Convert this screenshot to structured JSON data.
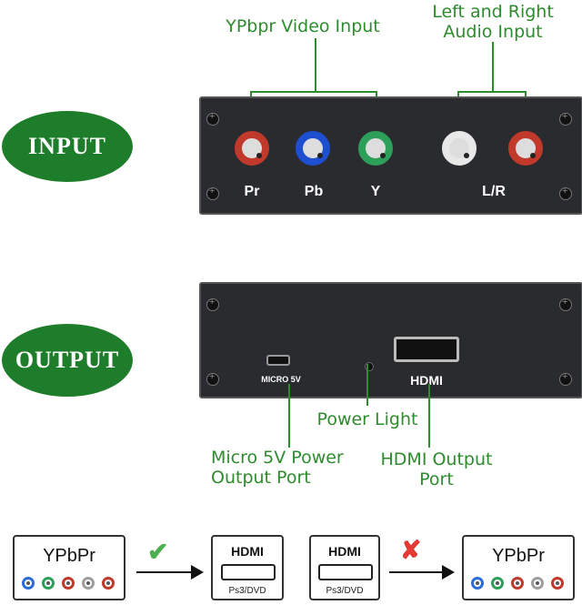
{
  "callouts": {
    "ypbpr_video_input": "YPbpr Video Input",
    "left_right_audio": "Left and Right\nAudio Input",
    "power_light": "Power Light",
    "micro_power": "Micro 5V Power\nOutput Port",
    "hdmi_output": "HDMI Output\nPort"
  },
  "badges": {
    "input": "INPUT",
    "output": "OUTPUT"
  },
  "input_panel": {
    "ports": [
      {
        "label": "Pr",
        "color": "#c0392b"
      },
      {
        "label": "Pb",
        "color": "#1f4fd1"
      },
      {
        "label": "Y",
        "color": "#2e9e5b"
      },
      {
        "label": "",
        "color": "#e8e8e8"
      },
      {
        "label": "",
        "color": "#c0392b"
      }
    ],
    "audio_label": "L/R"
  },
  "output_panel": {
    "micro_label": "MICRO 5V",
    "hdmi_label": "HDMI"
  },
  "diagram": {
    "left_box": "YPbPr",
    "hdmi_box_1_title": "HDMI",
    "hdmi_box_1_sub": "Ps3/DVD",
    "hdmi_box_2_title": "HDMI",
    "hdmi_box_2_sub": "Ps3/DVD",
    "right_box": "YPbPr",
    "check_symbol": "✔",
    "cross_symbol": "✘",
    "dot_colors": [
      "#2b6cd8",
      "#2e9e5b",
      "#c0392b",
      "#9e9e9e",
      "#c0392b"
    ]
  }
}
